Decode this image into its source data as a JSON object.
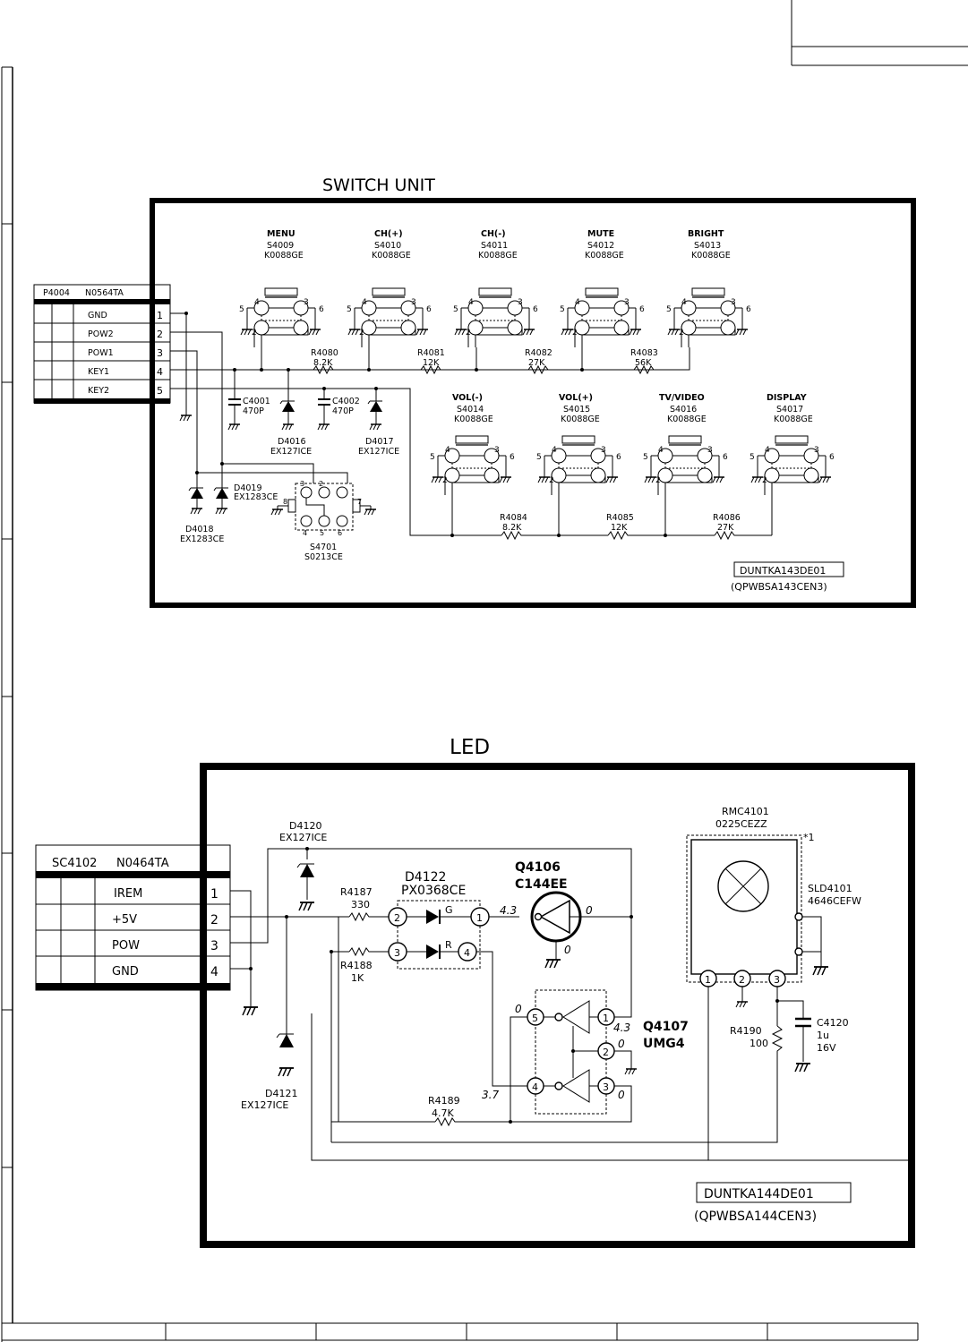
{
  "switch_unit": {
    "title": "SWITCH UNIT",
    "connector": {
      "ref": "P4004",
      "part": "N0564TA",
      "pins": [
        {
          "name": "GND",
          "num": "1"
        },
        {
          "name": "POW2",
          "num": "2"
        },
        {
          "name": "POW1",
          "num": "3"
        },
        {
          "name": "KEY1",
          "num": "4"
        },
        {
          "name": "KEY2",
          "num": "5"
        }
      ]
    },
    "switches_top": [
      {
        "label": "MENU",
        "ref": "S4009",
        "part": "K0088GE"
      },
      {
        "label": "CH(+)",
        "ref": "S4010",
        "part": "K0088GE"
      },
      {
        "label": "CH(-)",
        "ref": "S4011",
        "part": "K0088GE"
      },
      {
        "label": "MUTE",
        "ref": "S4012",
        "part": "K0088GE"
      },
      {
        "label": "BRIGHT",
        "ref": "S4013",
        "part": "K0088GE"
      }
    ],
    "switches_bottom": [
      {
        "label": "VOL(-)",
        "ref": "S4014",
        "part": "K0088GE"
      },
      {
        "label": "VOL(+)",
        "ref": "S4015",
        "part": "K0088GE"
      },
      {
        "label": "TV/VIDEO",
        "ref": "S4016",
        "part": "K0088GE"
      },
      {
        "label": "DISPLAY",
        "ref": "S4017",
        "part": "K0088GE"
      }
    ],
    "resistors_top": [
      {
        "ref": "R4080",
        "value": "8.2K"
      },
      {
        "ref": "R4081",
        "value": "12K"
      },
      {
        "ref": "R4082",
        "value": "27K"
      },
      {
        "ref": "R4083",
        "value": "56K"
      }
    ],
    "resistors_bottom": [
      {
        "ref": "R4084",
        "value": "8.2K"
      },
      {
        "ref": "R4085",
        "value": "12K"
      },
      {
        "ref": "R4086",
        "value": "27K"
      }
    ],
    "c4001": {
      "ref": "C4001",
      "value": "470P"
    },
    "c4002": {
      "ref": "C4002",
      "value": "470P"
    },
    "d4016": {
      "ref": "D4016",
      "part": "EX127ICE"
    },
    "d4017": {
      "ref": "D4017",
      "part": "EX127ICE"
    },
    "d4018": {
      "ref": "D4018",
      "part": "EX1283CE"
    },
    "d4019": {
      "ref": "D4019",
      "part": "EX1283CE"
    },
    "s4701": {
      "ref": "S4701",
      "part": "S0213CE"
    },
    "pcb_label": "DUNTKA143DE01",
    "pcb_sub": "(QPWBSA143CEN3)"
  },
  "led_unit": {
    "title": "LED",
    "connector": {
      "ref": "SC4102",
      "part": "N0464TA",
      "pins": [
        {
          "name": "IREM",
          "num": "1"
        },
        {
          "name": "+5V",
          "num": "2"
        },
        {
          "name": "POW",
          "num": "3"
        },
        {
          "name": "GND",
          "num": "4"
        }
      ]
    },
    "d4120": {
      "ref": "D4120",
      "part": "EX127ICE"
    },
    "d4121": {
      "ref": "D4121",
      "part": "EX127ICE"
    },
    "d4122": {
      "ref": "D4122",
      "part": "PX0368CE"
    },
    "r4187": {
      "ref": "R4187",
      "value": "330"
    },
    "r4188": {
      "ref": "R4188",
      "value": "1K"
    },
    "r4189": {
      "ref": "R4189",
      "value": "4.7K"
    },
    "r4190": {
      "ref": "R4190",
      "value": "100"
    },
    "c4120": {
      "ref": "C4120",
      "value": "1u",
      "voltage": "16V"
    },
    "q4106": {
      "ref": "Q4106",
      "part": "C144EE"
    },
    "q4107": {
      "ref": "Q4107",
      "part": "UMG4"
    },
    "rmc4101": {
      "ref": "RMC4101",
      "part": "0225CEZZ",
      "note": "*1"
    },
    "sld4101": {
      "ref": "SLD4101",
      "part": "4646CEFW"
    },
    "voltages": {
      "q_base": "4.3",
      "q_out": "0",
      "q_emit": "0",
      "u5": "0",
      "u1": "4.3",
      "u2": "0",
      "u4": "3.7",
      "u3": "0"
    },
    "pcb_label": "DUNTKA144DE01",
    "pcb_sub": "(QPWBSA144CEN3)"
  }
}
